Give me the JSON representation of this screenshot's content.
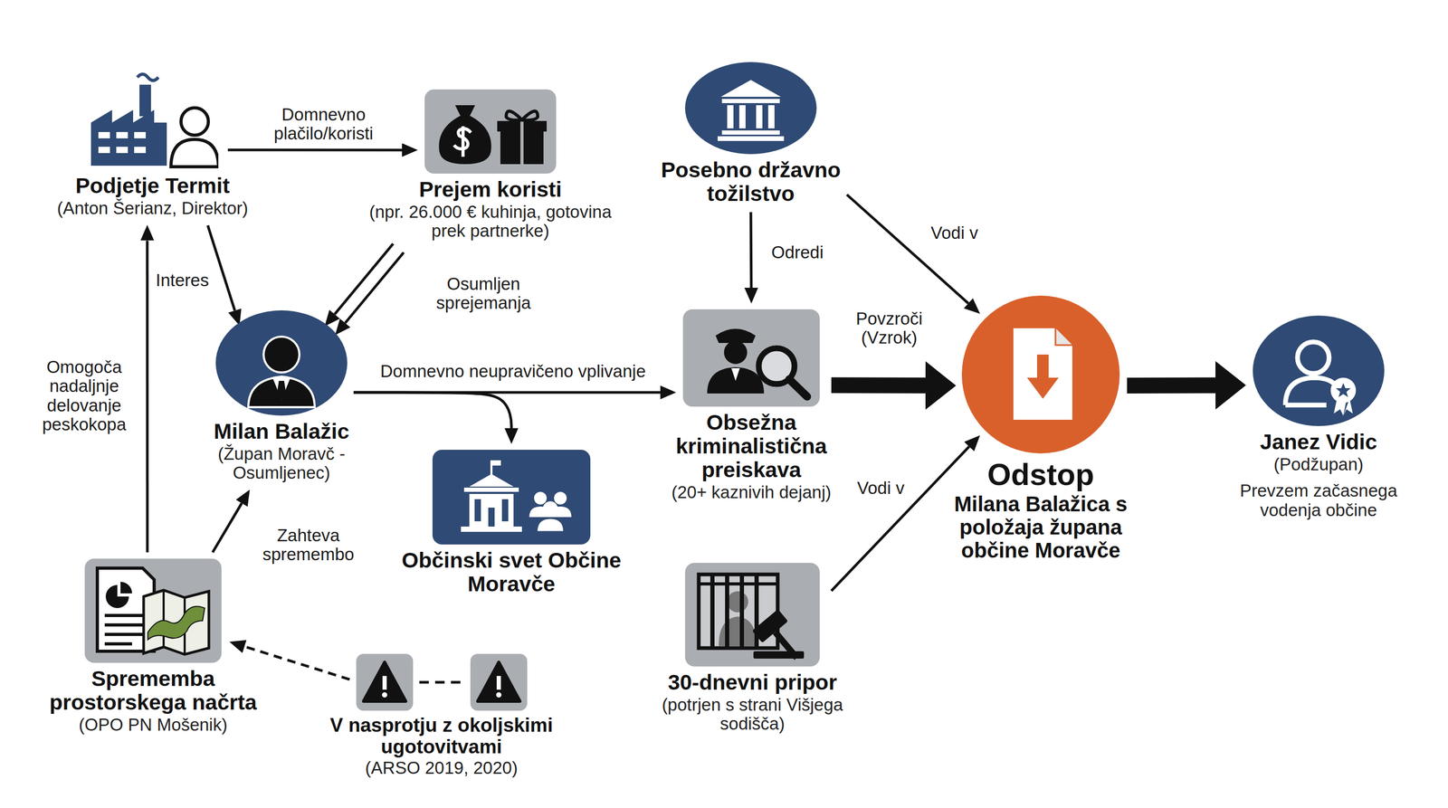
{
  "diagram": {
    "nodes": [
      {
        "text": [
          "Podjetje Termit",
          "(Anton Šerianz, Direktor)"
        ]
      },
      {
        "text": [
          "Prejem koristi",
          "(npr. 26.000 € kuhinja, gotovina prek partnerke)"
        ]
      },
      {
        "text": [
          "Posebno državno tožilstvo"
        ]
      },
      {
        "text": [
          "Milan Balažic",
          "(Župan Moravč - Osumljenec)"
        ]
      },
      {
        "text": [
          "Obsežna kriminalistična preiskava",
          "(20+ kaznivih dejanj)"
        ]
      },
      {
        "text": [
          "Odstop",
          "Milana Balažica s položaja župana občine Moravče"
        ]
      },
      {
        "text": [
          "Janez Vidic",
          "(Podžupan)",
          "Prevzem začasnega vodenja občine"
        ]
      },
      {
        "text": [
          "Občinski svet Občine Moravče"
        ]
      },
      {
        "text": [
          "Sprememba prostorskega načrta",
          "(OPO PN Mošenik)"
        ]
      },
      {
        "text": [
          "30-dnevni pripor",
          "(potrjen s strani Višjega sodišča)"
        ]
      },
      {
        "text": [
          "V nasprotju z okoljskimi ugotovitvami",
          "(ARSO 2019, 2020)"
        ]
      }
    ],
    "edges": [
      {
        "from": 0,
        "to": 1,
        "label": "Domnevno plačilo/koristi",
        "arrow": "to"
      },
      {
        "from": 0,
        "to": 3,
        "label": "Interes",
        "arrow": "to"
      },
      {
        "from": 1,
        "to": 3,
        "label": "Osumljen sprejemanja",
        "arrow": "to"
      },
      {
        "from": 3,
        "to": 4,
        "label": "Domnevno neupravičeno vplivanje",
        "arrow": "to"
      },
      {
        "from": 3,
        "to": 7,
        "arrow": "to"
      },
      {
        "from": 8,
        "to": 0,
        "label": "Omogoča nadaljnje delovanje peskokopa",
        "arrow": "to"
      },
      {
        "from": 8,
        "to": 3,
        "label": "Zahteva spremembo",
        "arrow": "to"
      },
      {
        "from": 10,
        "to": 8,
        "arrow": "to"
      },
      {
        "from": 2,
        "to": 4,
        "label": "Odredi",
        "arrow": "to"
      },
      {
        "from": 2,
        "to": 5,
        "label": "Vodi v",
        "arrow": "to"
      },
      {
        "from": 4,
        "to": 5,
        "label": "Povzroči (Vzrok)",
        "arrow": "to"
      },
      {
        "from": 9,
        "to": 5,
        "label": "Vodi v",
        "arrow": "to"
      },
      {
        "from": 5,
        "to": 6,
        "arrow": "to"
      }
    ]
  }
}
